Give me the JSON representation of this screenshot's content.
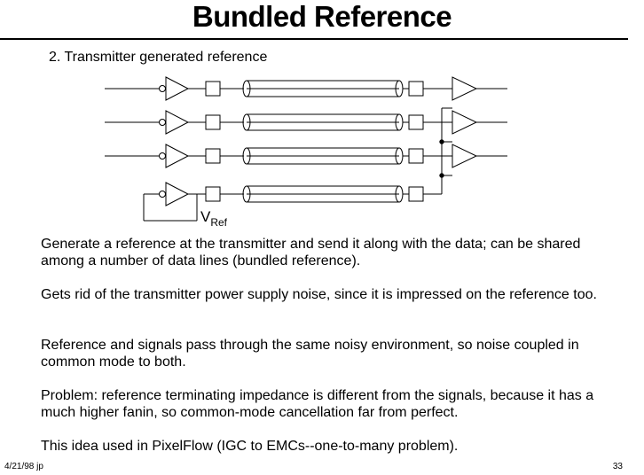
{
  "slide": {
    "title": "Bundled Reference",
    "subtitle": "2.  Transmitter generated reference",
    "paragraphs": [
      "Generate a reference at the transmitter and send it along with the data; can be shared among a number of data lines (bundled reference).",
      "Gets rid of the transmitter power supply noise, since it is impressed on the reference too.",
      "Reference and signals pass through the same noisy environment, so noise coupled in common mode to both.",
      "Problem:  reference terminating impedance is different from the signals, because it has a much higher fanin, so common-mode cancellation far from perfect.",
      "This idea used in PixelFlow (IGC to EMCs--one-to-many problem)."
    ],
    "footer_left": "4/21/98 jp",
    "page_number": "33"
  },
  "diagram": {
    "vref_main": "V",
    "vref_sub": "Ref",
    "data_lines": 3,
    "reference_lines": 1
  }
}
